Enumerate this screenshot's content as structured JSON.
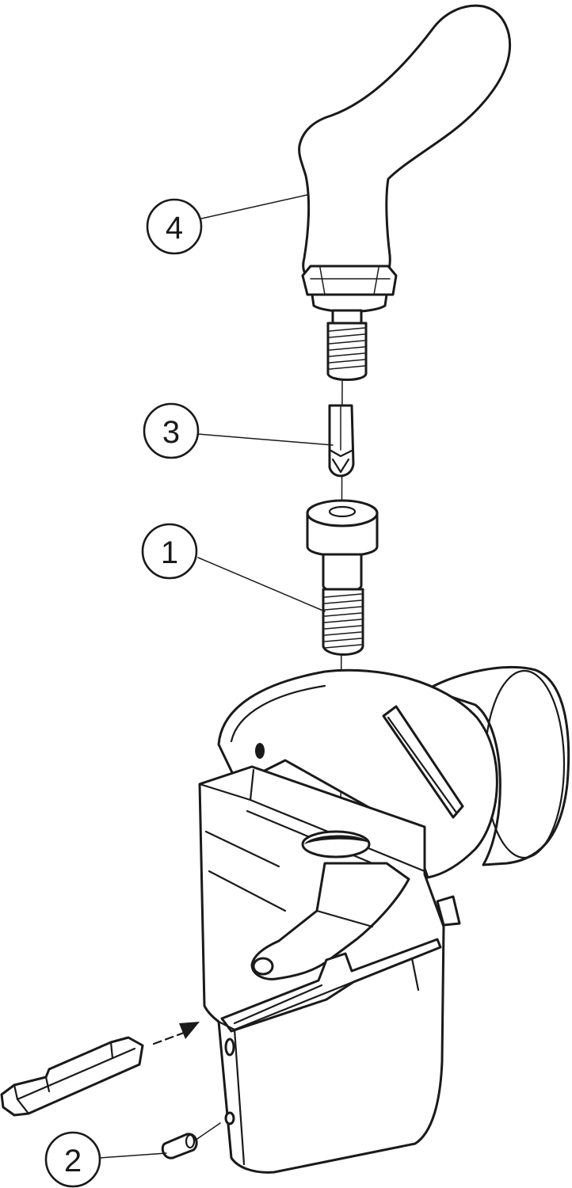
{
  "callouts": [
    {
      "id": "1",
      "label": "1",
      "part": "clamp-screw"
    },
    {
      "id": "2",
      "label": "2",
      "part": "insert-stop-pin"
    },
    {
      "id": "3",
      "label": "3",
      "part": "torx-bit"
    },
    {
      "id": "4",
      "label": "4",
      "part": "key-handle"
    }
  ],
  "colors": {
    "stroke": "#1a1a1a",
    "background": "#ffffff"
  }
}
